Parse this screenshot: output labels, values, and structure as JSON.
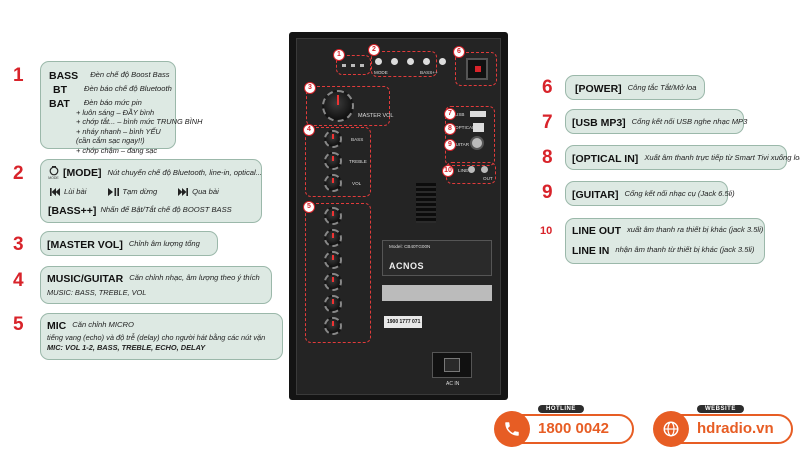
{
  "left": {
    "n1": "1",
    "n2": "2",
    "n3": "3",
    "n4": "4",
    "n5": "5",
    "bass_label": "BASS",
    "bass_desc": "Đèn chế độ Boost Bass",
    "bt_label": "BT",
    "bt_desc": "Đèn báo chế độ Bluetooth",
    "bat_label": "BAT",
    "bat_title": "Đèn báo mức pin",
    "bat_lines": [
      "+ luôn sáng – ĐẦY bình",
      "+ chớp tắt... – bình mức TRUNG BÌNH",
      "+ nháy nhanh – bình YẾU",
      "(cần cắm sạc ngay!!)",
      "+ chớp chậm – đang sạc"
    ],
    "mode_label": "[MODE]",
    "mode_icon_caption": "MODE",
    "mode_desc": "Nút chuyển chế độ Bluetooth, line-in, optical...",
    "prev_desc": "Lùi bài",
    "pause_desc": "Tạm dừng",
    "next_desc": "Qua bài",
    "bassplus_label": "[BASS++]",
    "bassplus_desc": "Nhấn để Bật/Tắt chế độ BOOST BASS",
    "mastervol_label": "[MASTER VOL]",
    "mastervol_desc": "Chỉnh âm lượng tổng",
    "music_label": "MUSIC/GUITAR",
    "music_desc": "Căn chỉnh nhạc, âm lượng theo ý thích",
    "music_sub": "MUSIC: BASS, TREBLE, VOL",
    "mic_label": "MIC",
    "mic_desc": "Căn chỉnh MICRO",
    "mic_line2": "tiếng vang (echo) và độ trễ (delay) cho người hát bằng các nút vặn",
    "mic_line3": "MIC: VOL 1-2, BASS, TREBLE, ECHO, DELAY"
  },
  "right": {
    "n6": "6",
    "n7": "7",
    "n8": "8",
    "n9": "9",
    "n10": "10",
    "power_label": "[POWER]",
    "power_desc": "Công tắc Tắt/Mở loa",
    "usb_label": "[USB MP3]",
    "usb_desc": "Cổng kết nối USB nghe nhạc MP3",
    "optical_label": "[OPTICAL IN]",
    "optical_desc": "Xuất âm thanh trực tiếp từ Smart Tivi xuống loa",
    "guitar_label": "[GUITAR]",
    "guitar_desc": "Cổng kết nối nhạc cụ (Jack 6.5li)",
    "lineout_label": "LINE OUT",
    "lineout_desc": "xuất âm thanh ra thiết bị khác (jack 3.5li)",
    "linein_label": "LINE IN",
    "linein_desc": "nhận âm thanh từ thiết bị khác (jack 3.5li)"
  },
  "panel": {
    "mastervol_text": "MASTER VOL",
    "brand": "ACNOS",
    "model": "Model: CB40TG00N",
    "acin": "AC IN",
    "mode_text": "MODE",
    "bass_text": "BASS++",
    "usb_text": "USB",
    "optical_text": "OPTICAL",
    "guitar_text": "GUITAR",
    "line_text": "LINE",
    "out_text": "OUT",
    "phone": "1900 1777 071",
    "c1": "1",
    "c2": "2",
    "c3": "3",
    "c4": "4",
    "c5": "5",
    "c6": "6",
    "c7": "7",
    "c8": "8",
    "c9": "9",
    "c10": "10"
  },
  "footer": {
    "hotline_tag": "HOTLINE",
    "hotline_number": "1800 0042",
    "website_tag": "WEBSITE",
    "website_url": "hdradio.vn"
  },
  "colors": {
    "accent": "#d8232a",
    "box_bg": "#dde9e3",
    "brand_orange": "#e75d24"
  }
}
